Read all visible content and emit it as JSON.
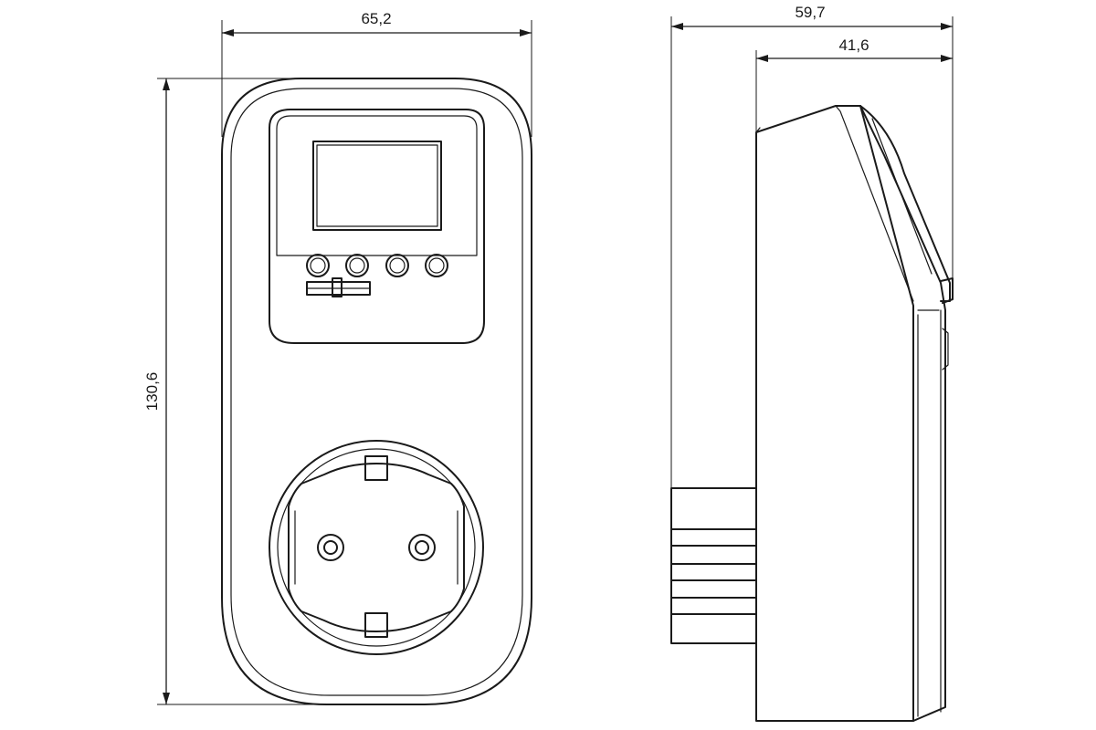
{
  "dimensions": {
    "front_width": "65,2",
    "front_height": "130,6",
    "side_total_depth": "59,7",
    "side_body_depth": "41,6"
  },
  "colors": {
    "line": "#1a1a1a",
    "background": "#ffffff"
  },
  "front_view": {
    "buttons": [
      {
        "icon": "round-button"
      },
      {
        "icon": "round-button"
      },
      {
        "icon": "round-button"
      },
      {
        "icon": "round-button"
      }
    ]
  }
}
